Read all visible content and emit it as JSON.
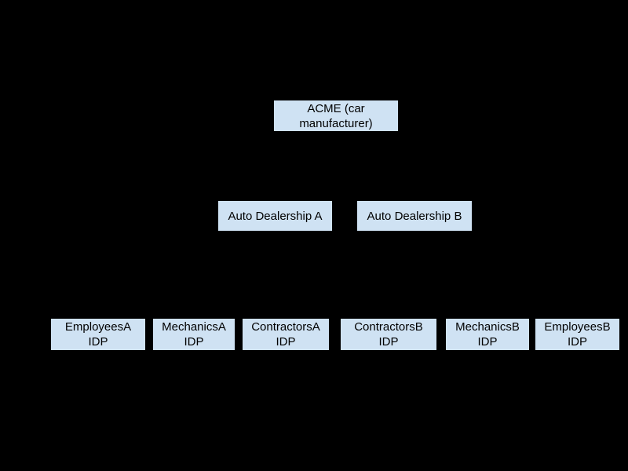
{
  "page": {
    "background": "#000000"
  },
  "diagram": {
    "type": "hierarchy-tree",
    "node_fill": "#cfe2f3",
    "node_border": "#000000",
    "node_text_color": "#000000",
    "connectors_visible": false,
    "nodes": {
      "acme": {
        "line1": "ACME (car",
        "line2": "manufacturer)"
      },
      "dealership_a": {
        "line1": "Auto Dealership A",
        "line2": ""
      },
      "dealership_b": {
        "line1": "Auto Dealership B",
        "line2": ""
      },
      "employees_a": {
        "line1": "EmployeesA",
        "line2": "IDP"
      },
      "mechanics_a": {
        "line1": "MechanicsA",
        "line2": "IDP"
      },
      "contractors_a": {
        "line1": "ContractorsA",
        "line2": "IDP"
      },
      "contractors_b": {
        "line1": "ContractorsB",
        "line2": "IDP"
      },
      "mechanics_b": {
        "line1": "MechanicsB",
        "line2": "IDP"
      },
      "employees_b": {
        "line1": "EmployeesB",
        "line2": "IDP"
      }
    }
  }
}
